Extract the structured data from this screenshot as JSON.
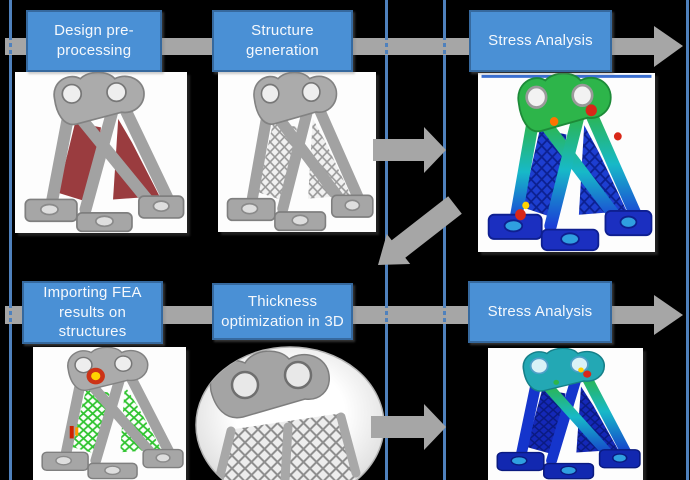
{
  "colors": {
    "background": "#000000",
    "step_box_fill": "#4a90d5",
    "step_box_border": "#36699e",
    "step_text": "#f5f8fc",
    "guide_line_blue": "#4f81bd",
    "arrow_gray": "#a6a6a6",
    "model_gray": "#a2a2a2",
    "model_red_web": "#9a3c3f",
    "lattice_green": "#2ec32e",
    "fea_green": "#2db54a",
    "fea_cyan": "#17b9c8",
    "fea_blue": "#1b3fd6",
    "hotspot_red": "#d92718",
    "hotspot_yellow": "#ffd300"
  },
  "rows": [
    {
      "steps": [
        {
          "label": "Design pre-\nprocessing",
          "image": "bracket-cad-red-web"
        },
        {
          "label": "Structure\ngeneration",
          "image": "bracket-lattice"
        },
        {
          "label": "Stress Analysis",
          "image": "bracket-fea-stress"
        }
      ]
    },
    {
      "steps": [
        {
          "label": "Importing FEA\nresults on\nstructures",
          "image": "bracket-lattice-fea-results"
        },
        {
          "label": "Thickness\noptimization in 3D",
          "image": "bracket-lattice-closeup"
        },
        {
          "label": "Stress Analysis",
          "image": "bracket-fea-stress-optimized"
        }
      ]
    }
  ]
}
